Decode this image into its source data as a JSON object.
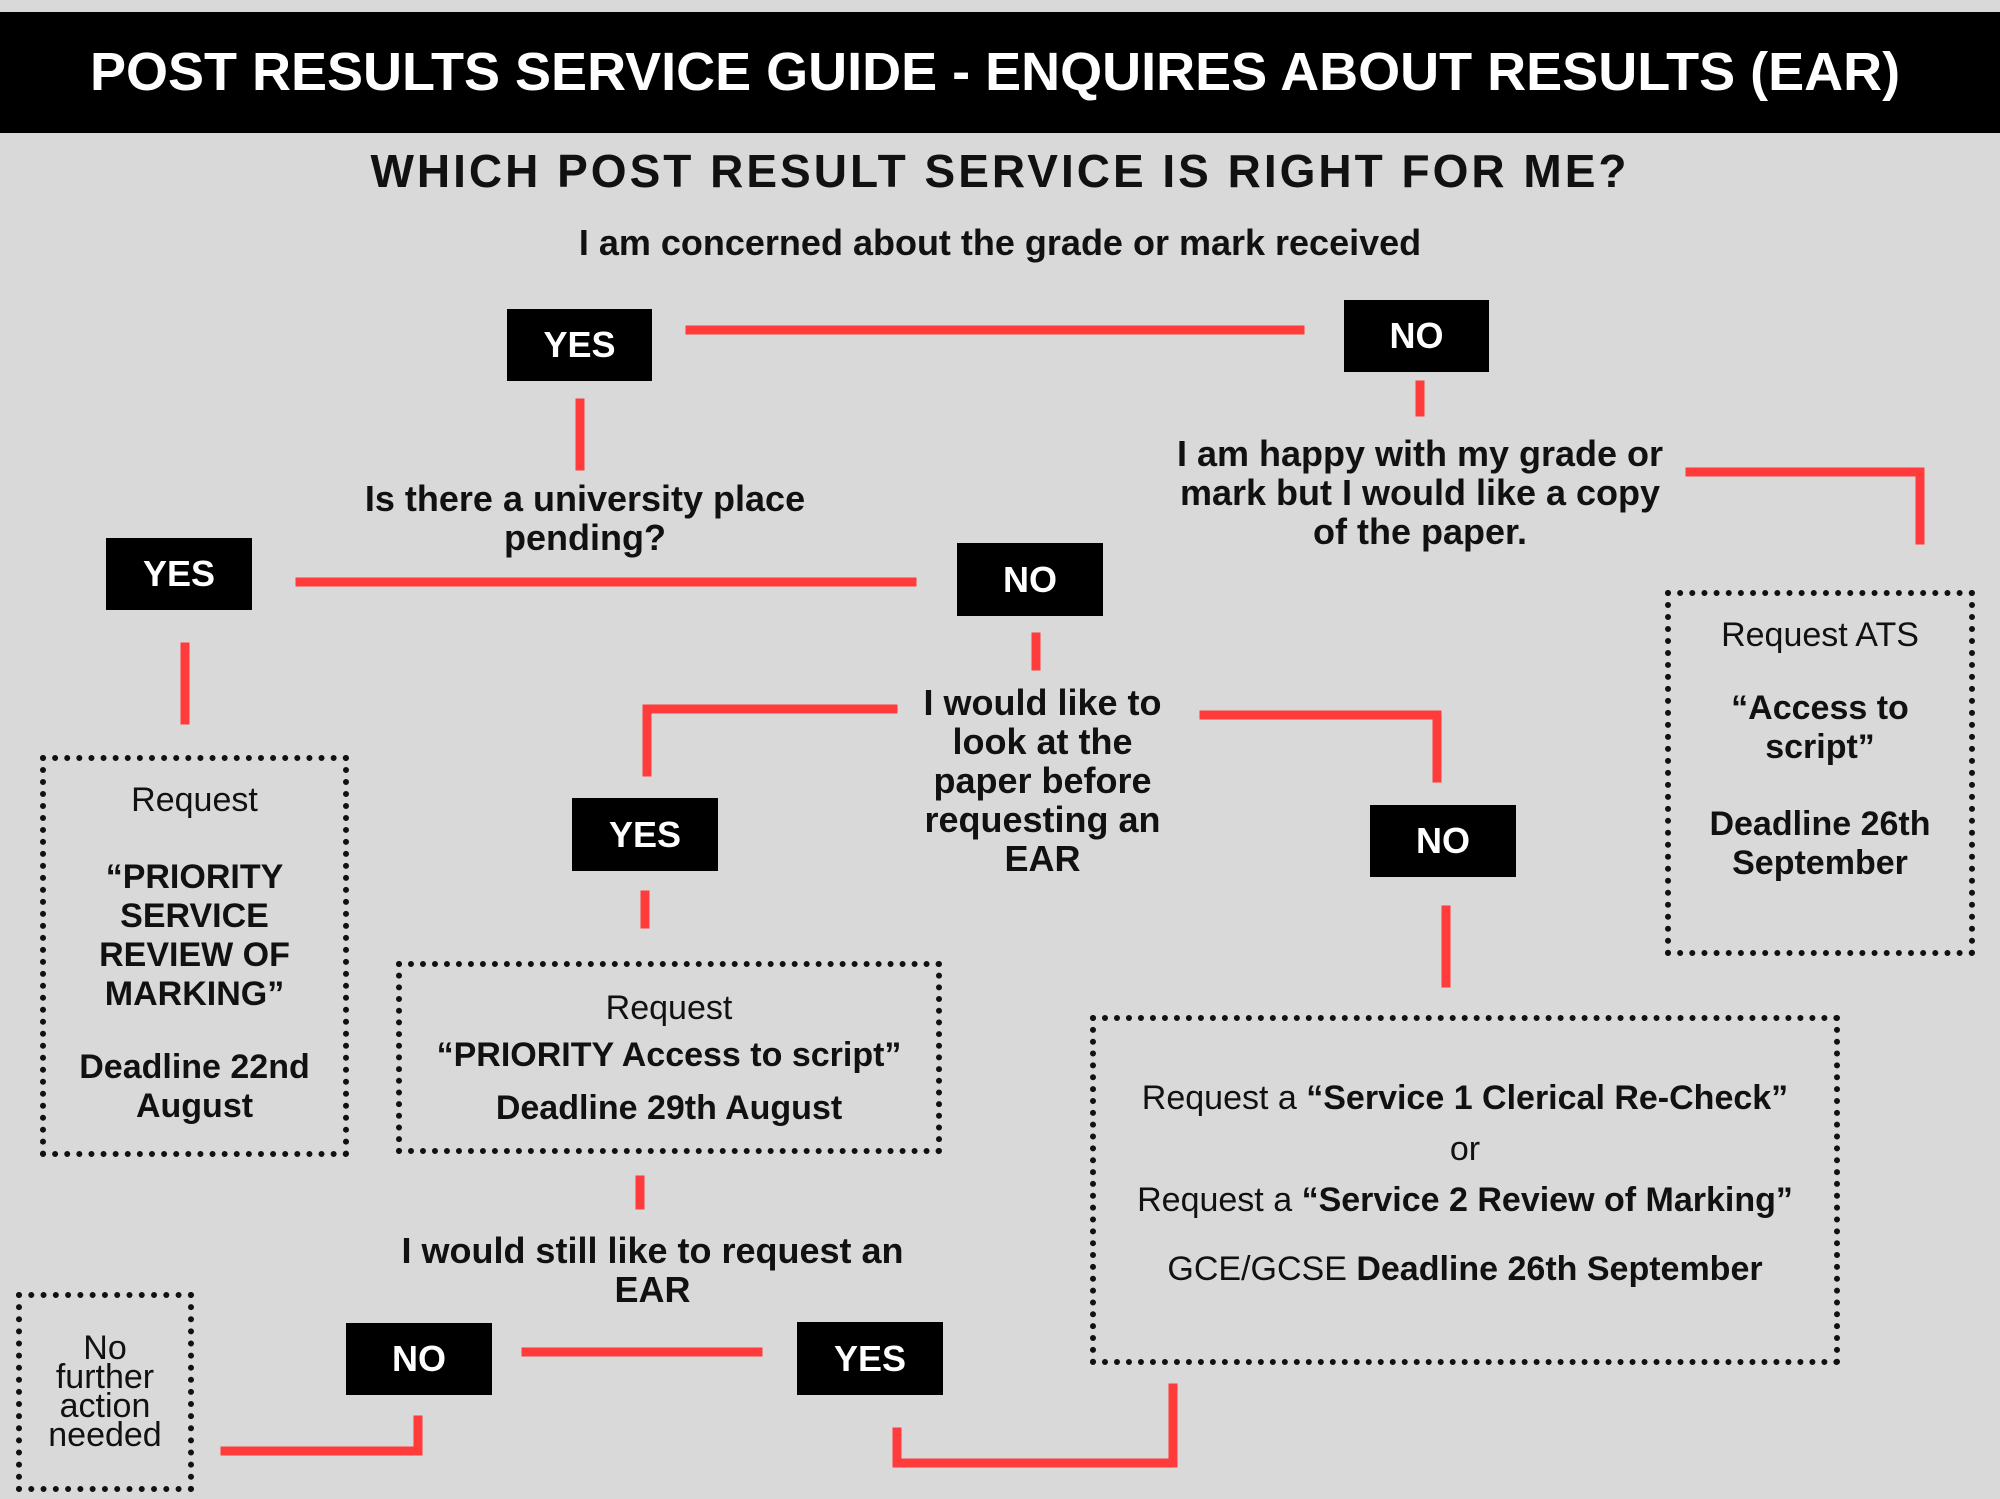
{
  "header": {
    "title": "POST RESULTS SERVICE GUIDE - ENQUIRES ABOUT RESULTS (EAR)"
  },
  "subtitle": "WHICH POST RESULT SERVICE IS RIGHT FOR ME?",
  "question_top": "I am concerned about the grade or mark received",
  "labels": {
    "yes": "YES",
    "no": "NO"
  },
  "university_question": "Is there a university place pending?",
  "happy_text": "I am happy with my grade or mark but I would like a copy of the paper.",
  "look_text": "I would like to look at the paper before requesting an EAR",
  "still_text": "I would still like to request an EAR",
  "priority_review_box": {
    "request": "Request",
    "service": "“PRIORITY SERVICE REVIEW OF MARKING”",
    "deadline": "Deadline 22nd August"
  },
  "priority_access_box": {
    "request": "Request",
    "service": "“PRIORITY Access to script”",
    "deadline": "Deadline 29th August"
  },
  "ats_box": {
    "request": "Request ATS",
    "service": "“Access to script”",
    "deadline": "Deadline 26th September"
  },
  "services_box": {
    "request_prefix_1": "Request a ",
    "service_1": "“Service 1 Clerical Re-Check”",
    "or": "or",
    "request_prefix_2": "Request a ",
    "service_2": "“Service 2 Review of Marking”",
    "deadline_prefix": "GCE/GCSE ",
    "deadline": "Deadline 26th September"
  },
  "no_further_box": {
    "text": "No further action needed"
  },
  "colors": {
    "connector": "#ff3b3b",
    "background": "#d9d9d9",
    "header": "#000000",
    "pill": "#000000",
    "pill_text": "#ffffff"
  }
}
